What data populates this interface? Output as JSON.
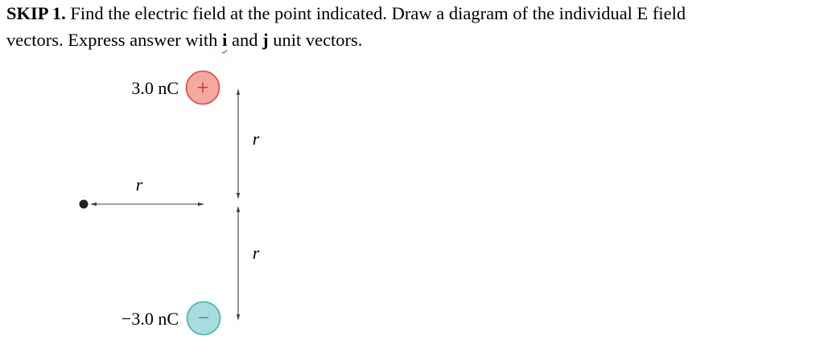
{
  "problem": {
    "label": "SKIP 1.",
    "line1_text": "Find the electric field at the point indicated. Draw a diagram of the individual E field",
    "line2_prefix": "vectors. Express answer with ",
    "unit_i": "i",
    "connector": " and ",
    "unit_j": "j",
    "line2_suffix": " unit vectors."
  },
  "diagram": {
    "positive_charge": {
      "label": "3.0 nC",
      "sign": "+",
      "fill": "#f4a9a0",
      "stroke": "#e8433f"
    },
    "negative_charge": {
      "label": "−3.0 nC",
      "sign": "−",
      "fill": "#a9dcdc",
      "stroke": "#3bb5b2"
    },
    "horizontal_distance_label": "r",
    "upper_distance_label": "r",
    "lower_distance_label": "r"
  }
}
